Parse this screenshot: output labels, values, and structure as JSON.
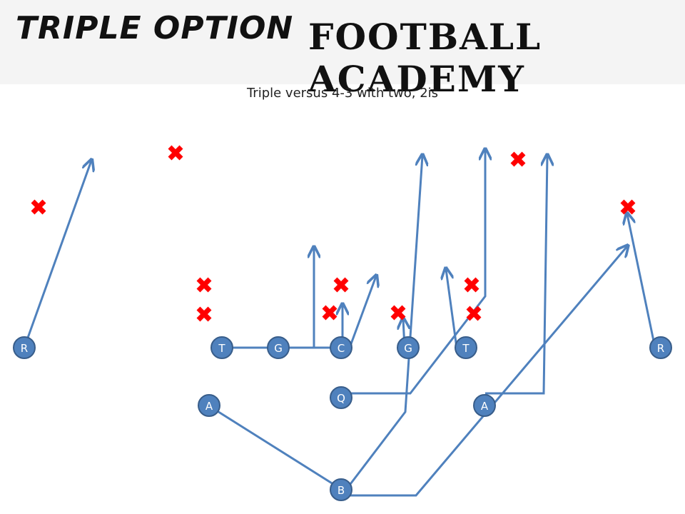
{
  "header": {
    "brand_left": "TRIPLE OPTION",
    "brand_right": "FOOTBALL ACADEMY"
  },
  "title": "Triple versus 4-3 with two, 2is",
  "colors": {
    "route": "#4f81bd",
    "player_fill": "#4f81bd",
    "player_stroke": "#385d8a",
    "defender": "#ff0000"
  },
  "offense_labels": {
    "r_left": "R",
    "t_left": "T",
    "g_left": "G",
    "center": "C",
    "g_right": "G",
    "t_right": "T",
    "r_right": "R",
    "quarterback": "Q",
    "a_left": "A",
    "a_right": "A",
    "back": "B"
  }
}
